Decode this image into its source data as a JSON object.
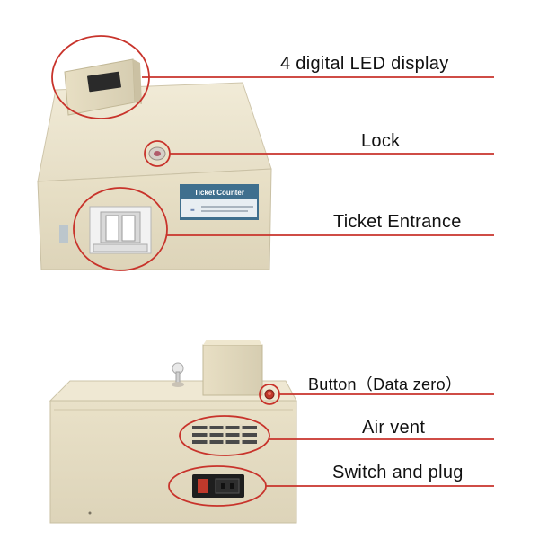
{
  "labels": {
    "display": "4 digital LED display",
    "lock": "Lock",
    "entrance": "Ticket Entrance",
    "button": "Button（Data zero）",
    "air_vent": "Air vent",
    "switch_plug": "Switch and plug"
  },
  "device": {
    "plate_title": "Ticket Counter"
  },
  "colors": {
    "callout_red": "#c8332b",
    "body_cream": "#ece5cf",
    "body_shadow": "#d9d0b6"
  }
}
